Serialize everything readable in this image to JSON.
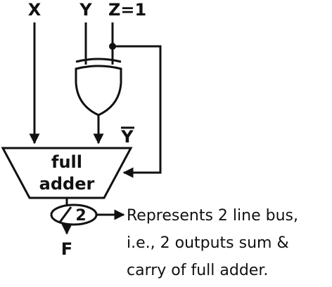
{
  "inputs": {
    "x": "X",
    "y": "Y",
    "z": "Z=1"
  },
  "xor_output_label": "Y",
  "adder": {
    "line1": "full",
    "line2": "adder"
  },
  "bus_width": "2",
  "output": "F",
  "note_lines": [
    "Represents 2 line bus,",
    "i.e., 2 outputs sum &",
    "carry of full adder."
  ]
}
